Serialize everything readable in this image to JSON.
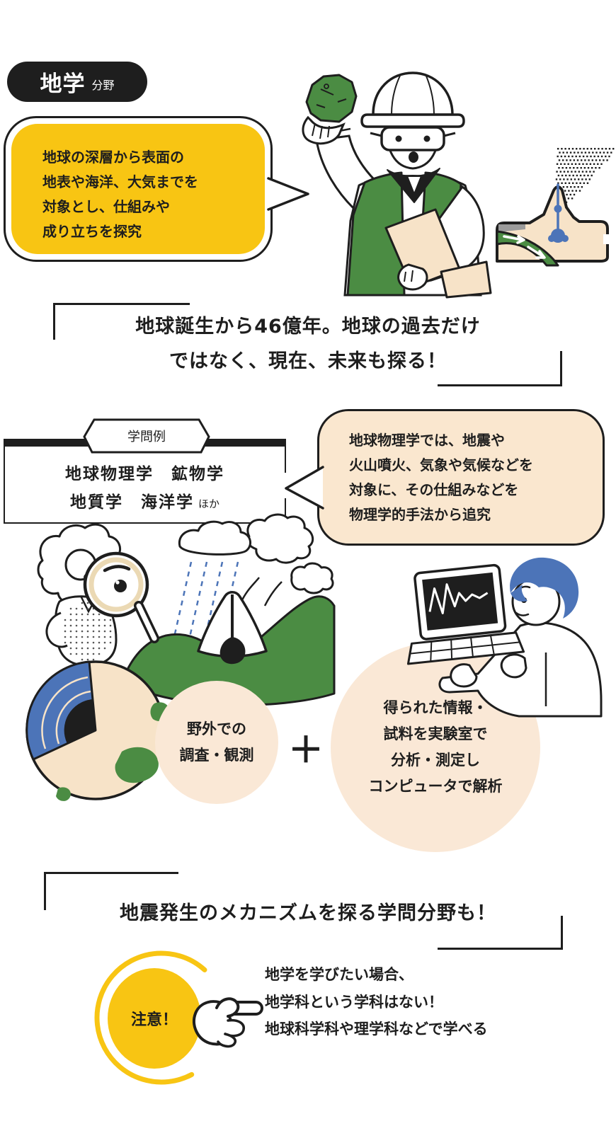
{
  "colors": {
    "ink": "#1E1E1E",
    "accent_yellow": "#F8C513",
    "bubble_beige": "#FAE7CF",
    "circle_beige": "#FAE8D6",
    "illustration_green": "#4B8C43",
    "illustration_blue": "#4C74B8",
    "illustration_skin": "#F7E3C8"
  },
  "badge": {
    "title": "地学",
    "category": "分野"
  },
  "intro_bubble": {
    "lines": [
      "地球の深層から表面の",
      "地表や海洋、大気までを",
      "対象とし、仕組みや",
      "成り立ちを探究"
    ]
  },
  "headline_top": {
    "lines": [
      "地球誕生から46億年。地球の過去だけ",
      "ではなく、現在、未来も探る！"
    ]
  },
  "examples": {
    "tag": "学問例",
    "row1": "地球物理学　鉱物学",
    "row2": "地質学　海洋学",
    "row2_note": "ほか"
  },
  "geophysics_bubble": {
    "lines": [
      "地球物理学では、地震や",
      "火山噴火、気象や気候などを",
      "対象に、その仕組みなどを",
      "物理学的手法から追究"
    ]
  },
  "field_circle": {
    "lines": [
      "野外での",
      "調査・観測"
    ]
  },
  "lab_circle": {
    "lines": [
      "得られた情報・",
      "試料を実験室で",
      "分析・測定し",
      "コンピュータで解析"
    ]
  },
  "headline_bottom": "地震発生のメカニズムを探る学問分野も！",
  "notice": {
    "badge": "注意！",
    "lines": [
      "地学を学びたい場合、",
      "地学科という学科はない！",
      "地球科学科や理学科などで学べる"
    ]
  },
  "icons": {
    "plus": "＋"
  }
}
